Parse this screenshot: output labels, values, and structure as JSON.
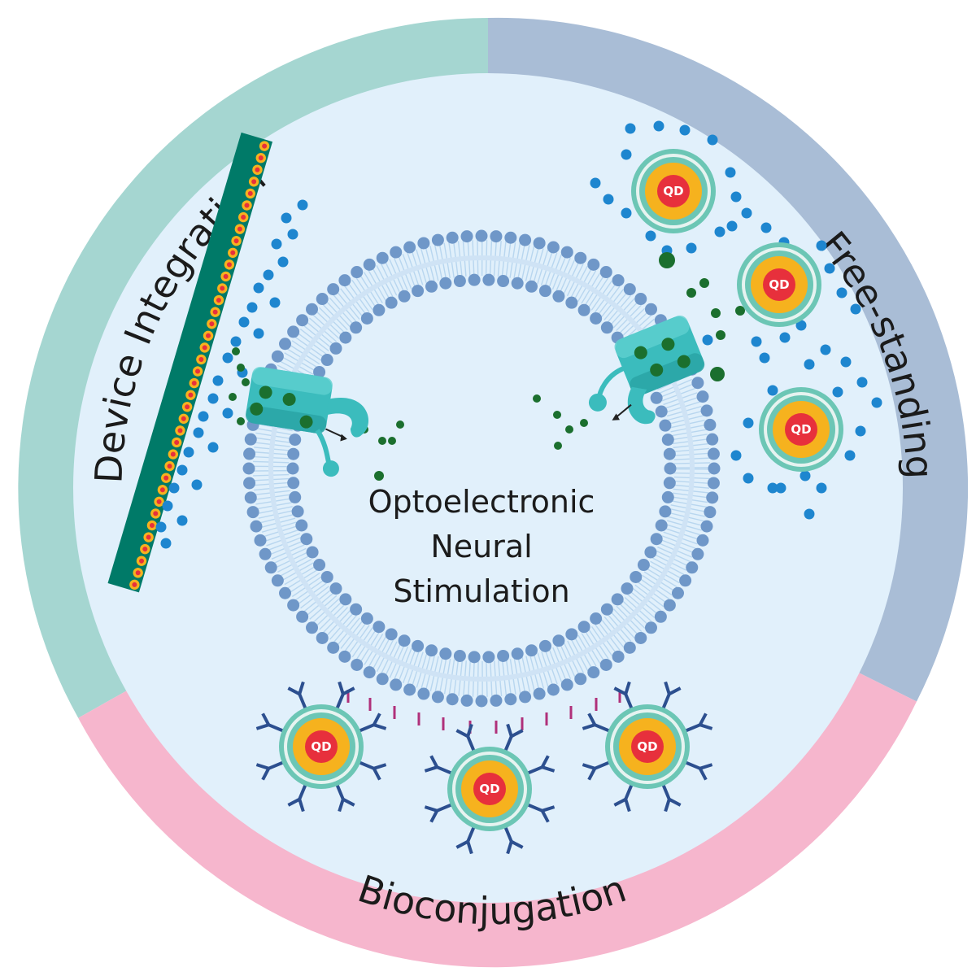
{
  "sections": {
    "device_integration": "Device Integration",
    "free_standing": "Free-standing",
    "bioconjugation": "Bioconjugation"
  },
  "center": {
    "line1": "Optoelectronic",
    "line2": "Neural",
    "line3": "Stimulation"
  },
  "qd_label": "QD",
  "colors": {
    "device_integration_band": "#a5d6d1",
    "free_standing_band": "#a9bdd6",
    "bioconjugation_band": "#f6b6cd",
    "inner_background": "#e1f0fb",
    "membrane_head": "#6f97c8",
    "membrane_tail": "#b8d6ef",
    "channel": "#3bbcbd",
    "ion_blue": "#1e86cf",
    "ion_green": "#1b6f2e",
    "qd_core": "#e7303c",
    "qd_shell": "#f6b21e",
    "qd_coat": "#6cc6b5",
    "device_substrate": "#007a68",
    "ligand": "#2c4f8f",
    "anchor": "#b0307a"
  }
}
